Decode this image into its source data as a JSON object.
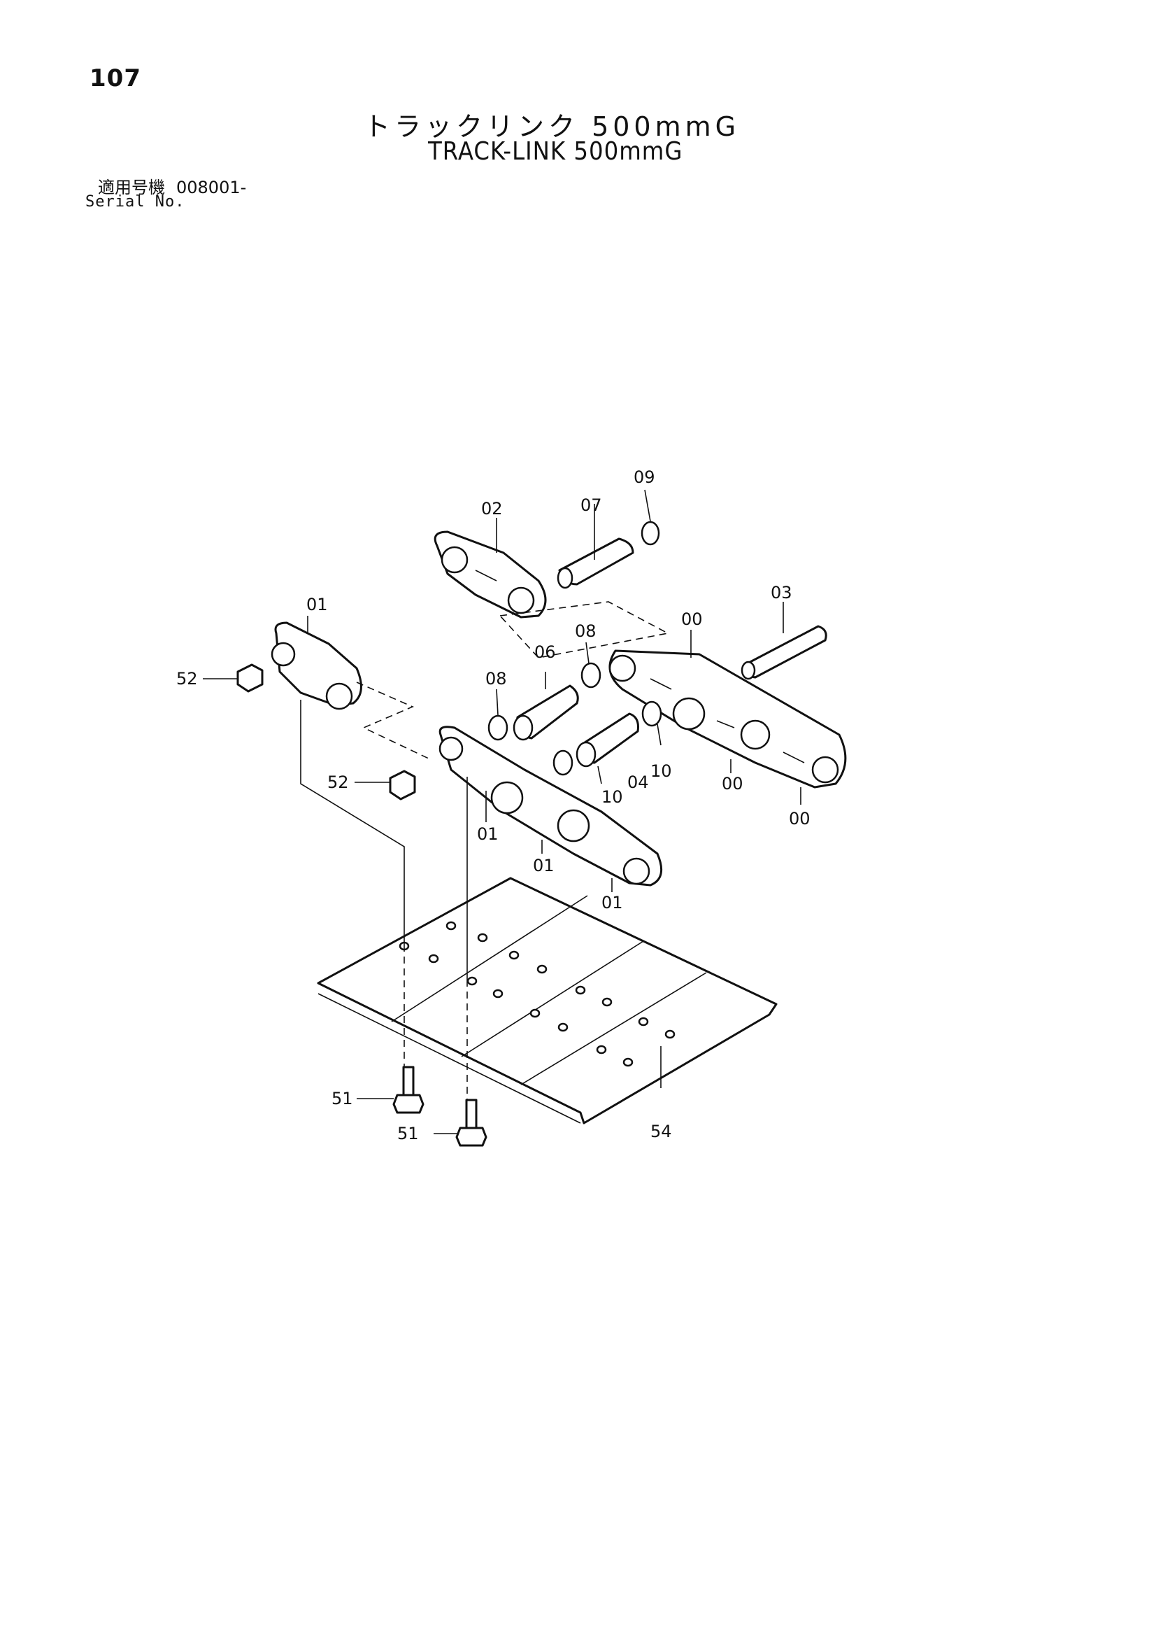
{
  "header": {
    "page_number": "107",
    "title_ja": "トラックリンク 500mmG",
    "title_en": "TRACK-LINK 500mmG",
    "serial_label_ja": "適用号機",
    "serial_value": "008001-",
    "serial_label_en": "Serial No."
  },
  "callouts": {
    "c09": "09",
    "c02": "02",
    "c07": "07",
    "c03": "03",
    "c01_top": "01",
    "c00_top": "00",
    "c08_upper": "08",
    "c06": "06",
    "c08_lower": "08",
    "c52_upper": "52",
    "c52_lower": "52",
    "c10_right": "10",
    "c04": "04",
    "c10_left": "10",
    "c00_mid": "00",
    "c00_bottom": "00",
    "c01_a": "01",
    "c01_b": "01",
    "c01_c": "01",
    "c51_left": "51",
    "c51_right": "51",
    "c54": "54"
  }
}
